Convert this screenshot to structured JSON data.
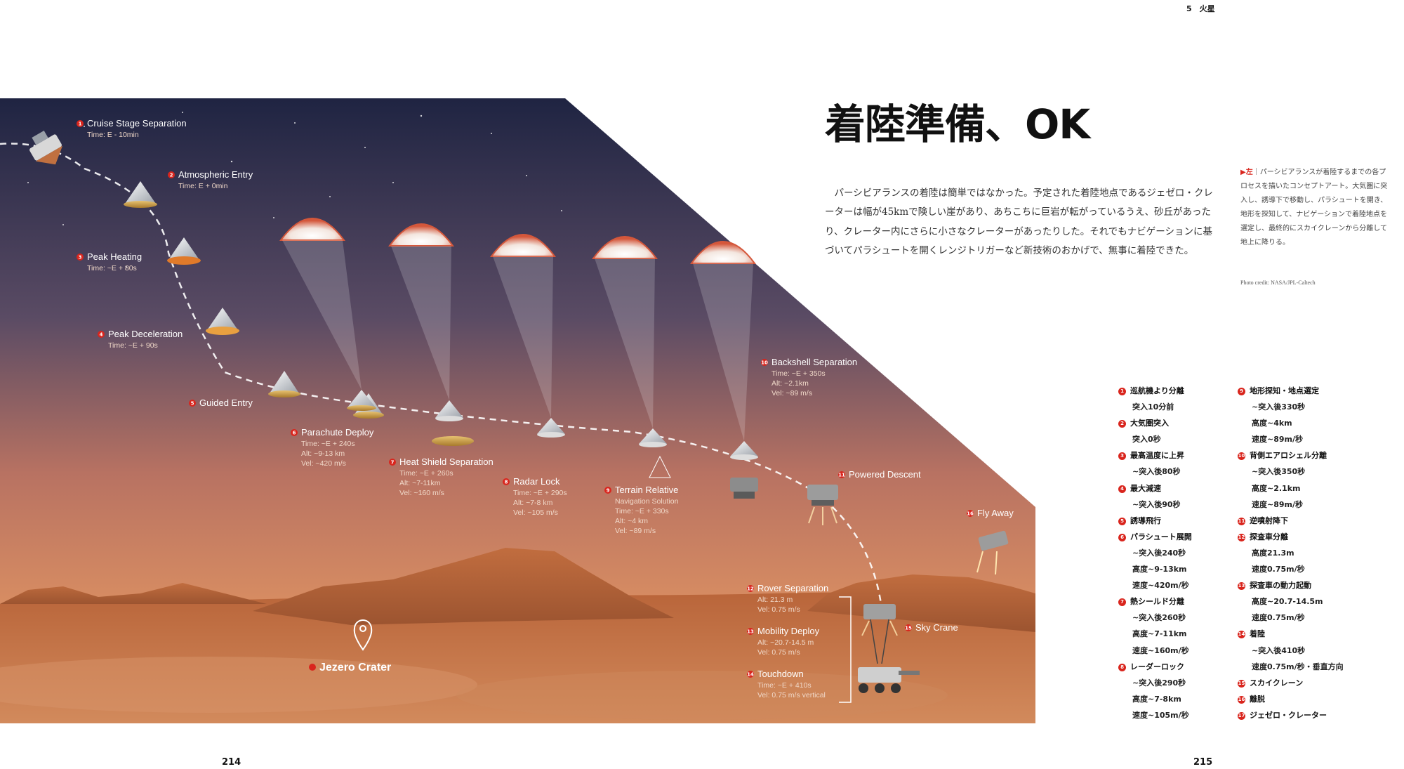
{
  "header": {
    "running_head": "5　火星"
  },
  "title": "着陸準備、OK",
  "body_text": "パーシビアランスの着陸は簡単ではなかった。予定された着陸地点であるジェゼロ・クレーターは幅が45kmで険しい崖があり、あちこちに巨岩が転がっているうえ、砂丘があったり、クレーター内にさらに小さなクレーターがあったりした。それでもナビゲーションに基づいてパラシュートを開くレンジトリガーなど新技術のおかげで、無事に着陸できた。",
  "caption": {
    "marker": "▶左",
    "text": "｜パーシビアランスが着陸するまでの各プロセスを描いたコンセプトアート。大気圏に突入し、誘導下で移動し、パラシュートを開き、地形を探知して、ナビゲーションで着陸地点を選定し、最終的にスカイクレーンから分離して地上に降りる。",
    "credit": "Photo credit: NASA/JPL-Caltech"
  },
  "illustration": {
    "labels": [
      {
        "n": "1",
        "title": "Cruise Stage Separation",
        "lines": [
          "Time: E - 10min"
        ]
      },
      {
        "n": "2",
        "title": "Atmospheric Entry",
        "lines": [
          "Time: E + 0min"
        ]
      },
      {
        "n": "3",
        "title": "Peak Heating",
        "lines": [
          "Time: ~E + 80s"
        ]
      },
      {
        "n": "4",
        "title": "Peak Deceleration",
        "lines": [
          "Time: ~E + 90s"
        ]
      },
      {
        "n": "5",
        "title": "Guided Entry",
        "lines": []
      },
      {
        "n": "6",
        "title": "Parachute Deploy",
        "lines": [
          "Time: ~E + 240s",
          "Alt: ~9-13 km",
          "Vel: ~420 m/s"
        ]
      },
      {
        "n": "7",
        "title": "Heat Shield Separation",
        "lines": [
          "Time: ~E + 260s",
          "Alt: ~7-11km",
          "Vel: ~160 m/s"
        ]
      },
      {
        "n": "8",
        "title": "Radar Lock",
        "lines": [
          "Time: ~E + 290s",
          "Alt: ~7-8 km",
          "Vel: ~105 m/s"
        ]
      },
      {
        "n": "9",
        "title": "Terrain Relative",
        "lines": [
          "Navigation Solution",
          "Time: ~E + 330s",
          "Alt: ~4 km",
          "Vel: ~89 m/s"
        ]
      },
      {
        "n": "10",
        "title": "Backshell Separation",
        "lines": [
          "Time: ~E + 350s",
          "Alt: ~2.1km",
          "Vel: ~89 m/s"
        ]
      },
      {
        "n": "11",
        "title": "Powered Descent",
        "lines": []
      },
      {
        "n": "12",
        "title": "Rover Separation",
        "lines": [
          "Alt: 21.3 m",
          "Vel: 0.75 m/s"
        ]
      },
      {
        "n": "13",
        "title": "Mobility Deploy",
        "lines": [
          "Alt: ~20.7-14.5 m",
          "Vel: 0.75 m/s"
        ]
      },
      {
        "n": "14",
        "title": "Touchdown",
        "lines": [
          "Time: ~E + 410s",
          "Vel: 0.75 m/s vertical"
        ]
      },
      {
        "n": "15",
        "title": "Sky Crane",
        "lines": []
      },
      {
        "n": "16",
        "title": "Fly Away",
        "lines": []
      }
    ],
    "crater_label": "Jezero Crater",
    "colors": {
      "sky_top": "#232845",
      "sky_bottom": "#d6865a",
      "ground": "#c3703c",
      "accent": "#d9251d"
    }
  },
  "steps_left": [
    {
      "n": "1",
      "text": "巡航機より分離"
    },
    {
      "n": "",
      "text": "突入10分前"
    },
    {
      "n": "2",
      "text": "大気圏突入"
    },
    {
      "n": "",
      "text": "突入0秒"
    },
    {
      "n": "3",
      "text": "最高温度に上昇"
    },
    {
      "n": "",
      "text": "~突入後80秒"
    },
    {
      "n": "4",
      "text": "最大減速"
    },
    {
      "n": "",
      "text": "~突入後90秒"
    },
    {
      "n": "5",
      "text": "誘導飛行"
    },
    {
      "n": "6",
      "text": "パラシュート展開"
    },
    {
      "n": "",
      "text": "~突入後240秒"
    },
    {
      "n": "",
      "text": "高度~9-13km"
    },
    {
      "n": "",
      "text": "速度~420m/秒"
    },
    {
      "n": "7",
      "text": "熱シールド分離"
    },
    {
      "n": "",
      "text": "~突入後260秒"
    },
    {
      "n": "",
      "text": "高度~7-11km"
    },
    {
      "n": "",
      "text": "速度~160m/秒"
    },
    {
      "n": "8",
      "text": "レーダーロック"
    },
    {
      "n": "",
      "text": "~突入後290秒"
    },
    {
      "n": "",
      "text": "高度~7-8km"
    },
    {
      "n": "",
      "text": "速度~105m/秒"
    }
  ],
  "steps_right": [
    {
      "n": "9",
      "text": "地形探知・地点選定"
    },
    {
      "n": "",
      "text": "~突入後330秒"
    },
    {
      "n": "",
      "text": "高度~4km"
    },
    {
      "n": "",
      "text": "速度~89m/秒"
    },
    {
      "n": "10",
      "text": "背側エアロシェル分離"
    },
    {
      "n": "",
      "text": "~突入後350秒"
    },
    {
      "n": "",
      "text": "高度~2.1km"
    },
    {
      "n": "",
      "text": "速度~89m/秒"
    },
    {
      "n": "11",
      "text": "逆噴射降下"
    },
    {
      "n": "12",
      "text": "探査車分離"
    },
    {
      "n": "",
      "text": "高度21.3m"
    },
    {
      "n": "",
      "text": "速度0.75m/秒"
    },
    {
      "n": "13",
      "text": "探査車の動力起動"
    },
    {
      "n": "",
      "text": "高度~20.7-14.5m"
    },
    {
      "n": "",
      "text": "速度0.75m/秒"
    },
    {
      "n": "14",
      "text": "着陸"
    },
    {
      "n": "",
      "text": "~突入後410秒"
    },
    {
      "n": "",
      "text": "速度0.75m/秒・垂直方向"
    },
    {
      "n": "15",
      "text": "スカイクレーン"
    },
    {
      "n": "16",
      "text": "離脱"
    },
    {
      "n": "17",
      "text": "ジェゼロ・クレーター"
    }
  ],
  "page_numbers": {
    "left": "214",
    "right": "215"
  }
}
